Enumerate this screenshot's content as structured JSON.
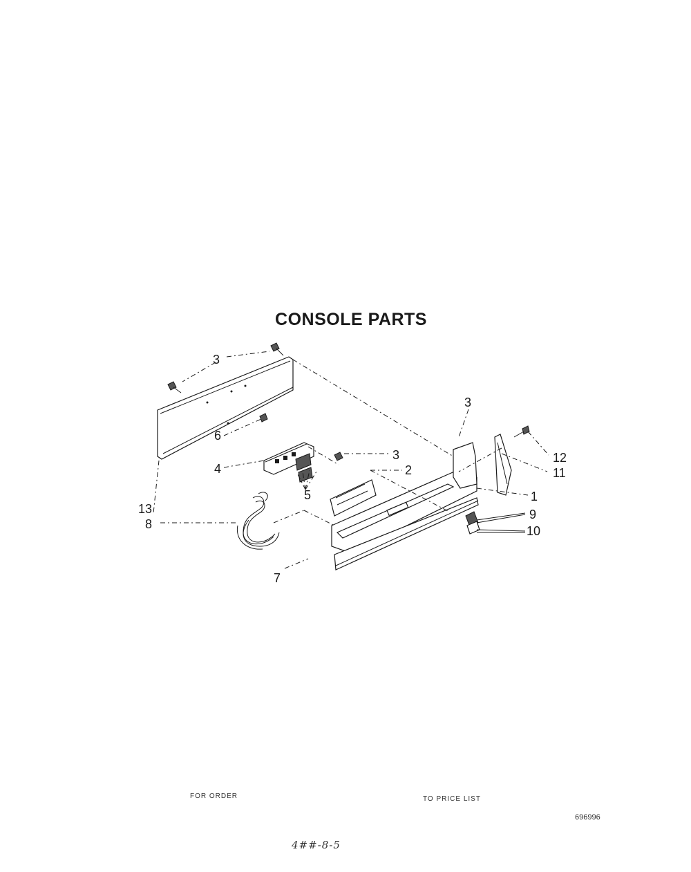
{
  "title": "CONSOLE PARTS",
  "callouts": {
    "c3_top": "3",
    "c3_right": "3",
    "c3_mid": "3",
    "c2": "2",
    "c1": "1",
    "c6": "6",
    "c4": "4",
    "c5": "5",
    "c12": "12",
    "c11": "11",
    "c9": "9",
    "c10": "10",
    "c13": "13",
    "c8": "8",
    "c7": "7"
  },
  "footer": {
    "left": "FOR ORDER",
    "right": "TO PRICE LIST",
    "doc_number": "696996",
    "handwritten": "4##-8-5"
  }
}
